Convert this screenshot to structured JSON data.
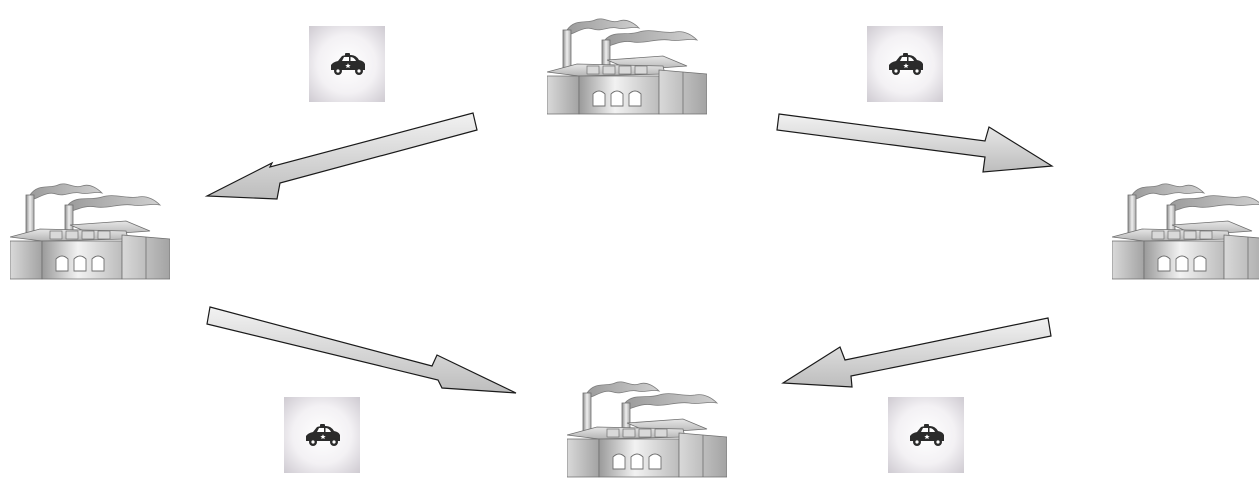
{
  "diagram": {
    "background": "#ffffff",
    "node_icon": "factory-icon",
    "badge_icon": "police-car-icon",
    "colors": {
      "arrow_fill_light": "#f2f2f2",
      "arrow_fill_dark": "#bdbdbd",
      "arrow_stroke": "#1a1a1a",
      "factory_light": "#efefef",
      "factory_dark": "#8f8f8f",
      "badge_bg_center": "#ffffff",
      "badge_bg_edge": "#d3d0d6",
      "car_color": "#2b2b2b"
    },
    "nodes": [
      {
        "id": "top",
        "icon": "factory-icon"
      },
      {
        "id": "left",
        "icon": "factory-icon"
      },
      {
        "id": "right",
        "icon": "factory-icon"
      },
      {
        "id": "bottom",
        "icon": "factory-icon"
      }
    ],
    "arrows": [
      {
        "from": "top",
        "to": "left"
      },
      {
        "from": "top",
        "to": "right"
      },
      {
        "from": "left",
        "to": "bottom"
      },
      {
        "from": "right",
        "to": "bottom"
      }
    ],
    "badges": [
      {
        "id": "top-left",
        "icon": "police-car-icon"
      },
      {
        "id": "top-right",
        "icon": "police-car-icon"
      },
      {
        "id": "bottom-left",
        "icon": "police-car-icon"
      },
      {
        "id": "bottom-right",
        "icon": "police-car-icon"
      }
    ]
  }
}
